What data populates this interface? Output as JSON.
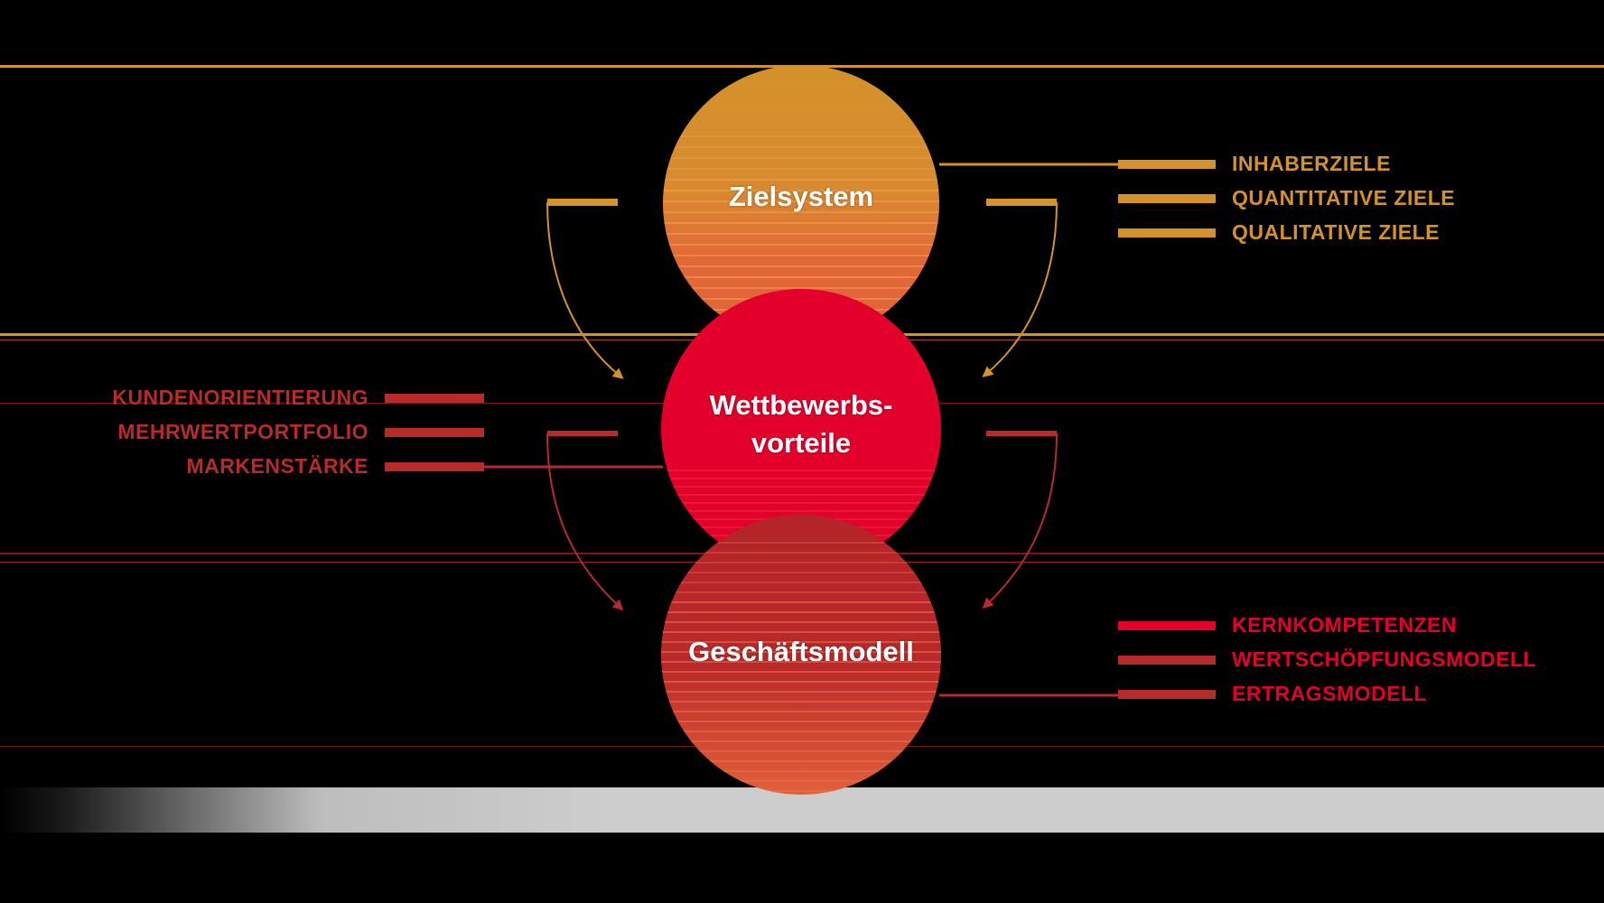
{
  "colors": {
    "background": "#000000",
    "gold": "#d4922a",
    "orange": "#e2603a",
    "red": "#e3002b",
    "dark_red": "#b72b2b",
    "white": "#ffffff",
    "band": "#cdcdcd"
  },
  "circles": {
    "top": {
      "label": "Zielsystem"
    },
    "middle": {
      "label_line1": "Wettbewerbs-",
      "label_line2": "vorteile"
    },
    "bottom": {
      "label": "Geschäftsmodell"
    }
  },
  "lists": {
    "zielsystem": [
      "INHABERZIELE",
      "QUANTITATIVE ZIELE",
      "QUALITATIVE ZIELE"
    ],
    "wettbewerbsvorteile": [
      "KUNDENORIENTIERUNG",
      "MEHRWERTPORTFOLIO",
      "MARKENSTÄRKE"
    ],
    "geschaeftsmodell": [
      "KERNKOMPETENZEN",
      "WERTSCHÖPFUNGSMODELL",
      "ERTRAGSMODELL"
    ]
  }
}
